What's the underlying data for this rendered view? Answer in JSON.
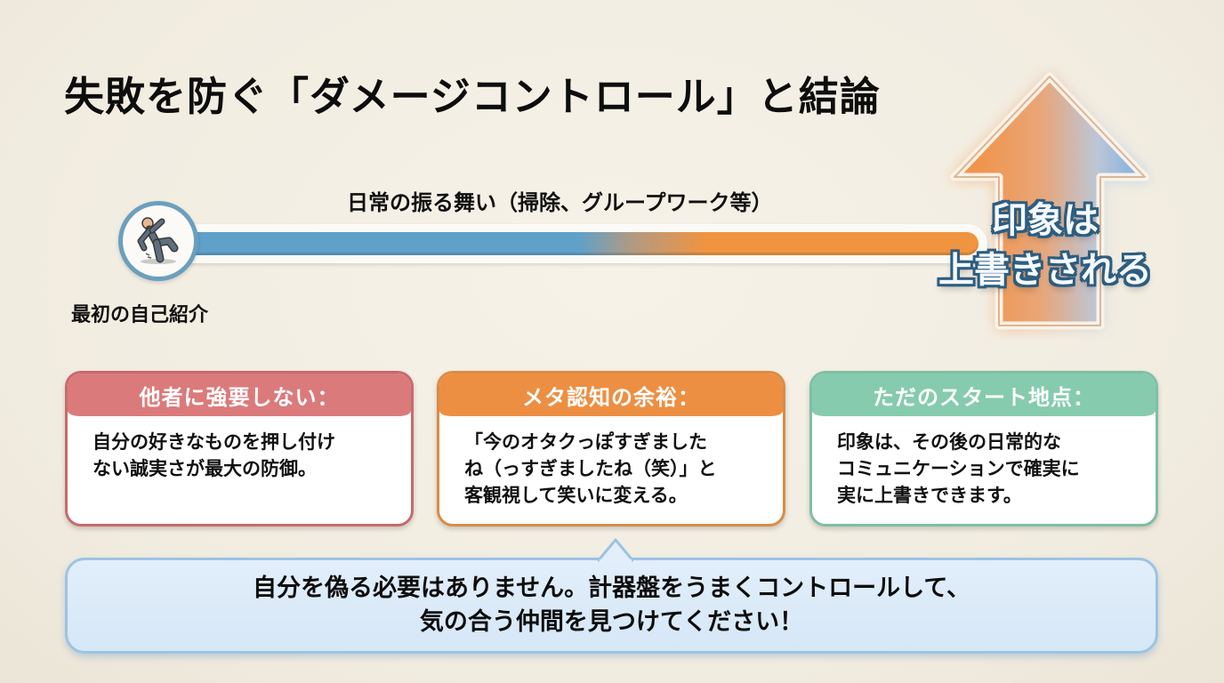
{
  "title": "失敗を防ぐ「ダメージコントロール」と結論",
  "timeline": {
    "label": "日常の振る舞い（掃除、グループワーク等）",
    "start_label": "最初の自己紹介",
    "start_icon": "slipping-person-icon",
    "colors": {
      "start": "#5fa1c8",
      "end": "#f09440"
    }
  },
  "arrow": {
    "icon": "up-arrow-icon",
    "text_line1": "印象は",
    "text_line2": "上書きされる"
  },
  "cards": [
    {
      "heading": "他者に強要しない：",
      "lines": [
        "自分の好きなものを押し付け",
        "ない誠実さが最大の防御。"
      ],
      "color": "#db7a7b"
    },
    {
      "heading": "メタ認知の余裕：",
      "lines": [
        "「今のオタクっぽすぎました",
        "ね（っすぎましたね（笑）」と",
        "客観視して笑いに変える。"
      ],
      "color": "#ec8f42"
    },
    {
      "heading": "ただのスタート地点：",
      "lines": [
        "印象は、その後の日常的な",
        "コミュニケーションで確実に",
        "実に上書きできます。"
      ],
      "color": "#86cbae"
    }
  ],
  "conclusion": {
    "line1": "自分を偽る必要はありません。計器盤をうまくコントロールして、",
    "line2": "気の合う仲間を見つけてください！"
  }
}
